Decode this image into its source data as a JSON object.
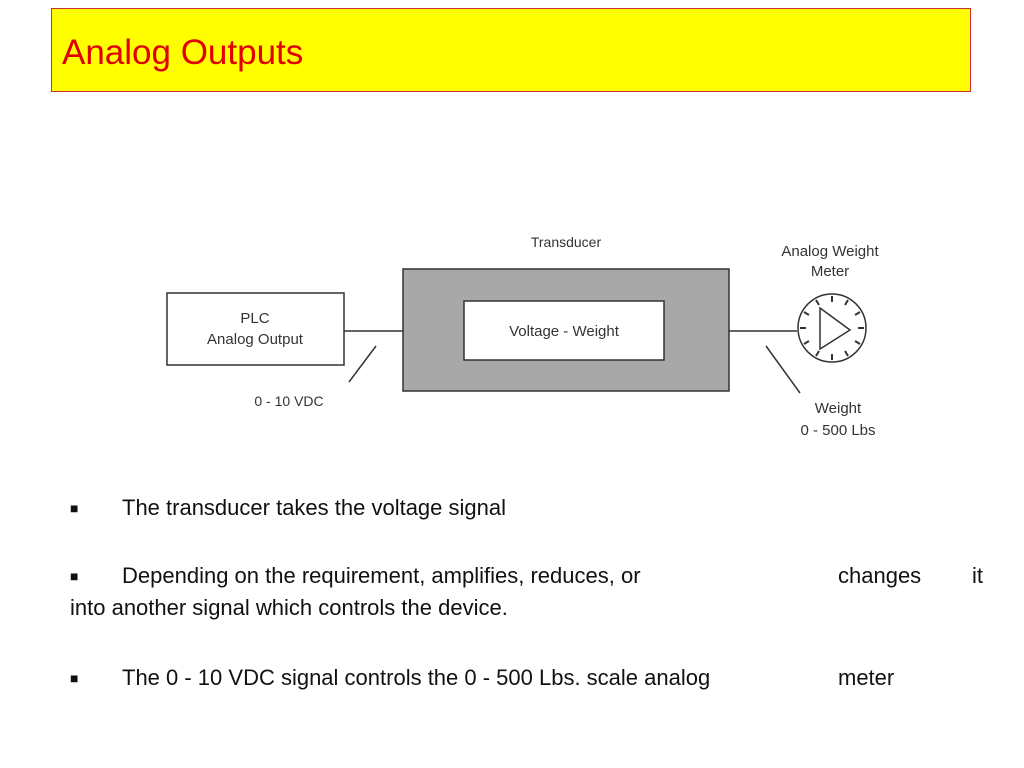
{
  "slide": {
    "title": "Analog Outputs",
    "title_bg": "#ffff00",
    "title_color": "#e00000"
  },
  "diagram": {
    "plc_line1": "PLC",
    "plc_line2": "Analog Output",
    "voltage_label": "0 - 10 VDC",
    "transducer_label": "Transducer",
    "inner_box_label": "Voltage - Weight",
    "meter_line1": "Analog Weight",
    "meter_line2": "Meter",
    "weight_line1": "Weight",
    "weight_line2": "0 - 500 Lbs"
  },
  "bullets": [
    {
      "marker": "■",
      "text": "The transducer takes the voltage signal"
    },
    {
      "marker": "■",
      "text_a": "Depending on the requirement, amplifies, reduces, or",
      "text_b": "changes",
      "text_c": "it",
      "text_d": "into another signal which controls the device."
    },
    {
      "marker": "■",
      "text_a": "The 0 - 10 VDC signal controls the 0 - 500 Lbs. scale analog",
      "text_b": "meter"
    }
  ]
}
